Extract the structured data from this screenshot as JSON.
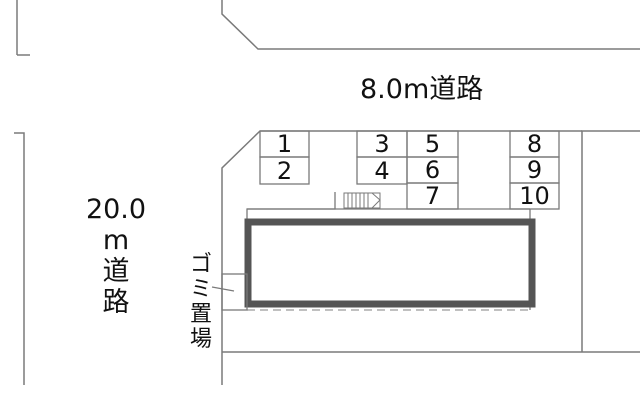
{
  "roads": {
    "top_label": "8.0m道路",
    "left_label_lines": [
      "20.0",
      "m",
      "道",
      "路"
    ]
  },
  "garbage_area": {
    "label_chars": [
      "ゴ",
      "ミ",
      "置",
      "場"
    ]
  },
  "parking_spaces": [
    "1",
    "2",
    "3",
    "4",
    "5",
    "6",
    "7",
    "8",
    "9",
    "10"
  ],
  "colors": {
    "line": "#7a7a7a",
    "building_outline": "#555555",
    "text": "#111111"
  }
}
